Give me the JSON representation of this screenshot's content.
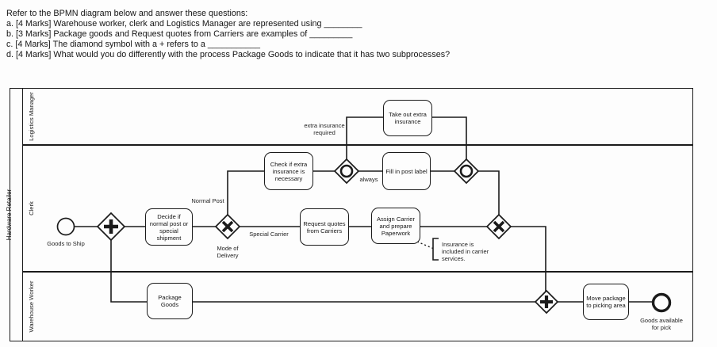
{
  "questions": {
    "intro": "Refer to the BPMN diagram below and answer these questions:",
    "a": "a. [4 Marks] Warehouse worker, clerk and Logistics Manager are represented using ________",
    "b": "b. [3 Marks] Package goods and Request quotes from Carriers are examples of _________",
    "c": "c. [4 Marks] The diamond symbol with a + refers to a ___________",
    "d": "d. [4 Marks] What would you do differently with the process Package Goods to indicate that it has two subprocesses?"
  },
  "diagram": {
    "pool_label": "Hardware Retailer",
    "lanes": {
      "logistics_manager": "Logistics Manager",
      "clerk": "Clerk",
      "warehouse_worker": "Warehouse Worker"
    },
    "tasks": {
      "take_out": "Take out extra insurance",
      "check": "Check if extra insurance is necessary",
      "fill": "Fill in post label",
      "decide": "Decide if normal post or special shipment",
      "request": "Request quotes from Carriers",
      "assign": "Assign Carrier and prepare Paperwork",
      "package": "Package Goods",
      "move": "Move package to picking area"
    },
    "events": {
      "start_label": "Goods to Ship",
      "end_label": "Goods available for pick"
    },
    "flow_labels": {
      "extra_insurance": "extra insurance required",
      "always": "always",
      "normal_post": "Normal Post",
      "mode_of_delivery": "Mode of Delivery",
      "special_carrier": "Special Carrier"
    },
    "annotation": "Insurance is included in carrier services.",
    "colors": {
      "line": "#1b1b1b",
      "background": "#fdfdfd"
    }
  }
}
